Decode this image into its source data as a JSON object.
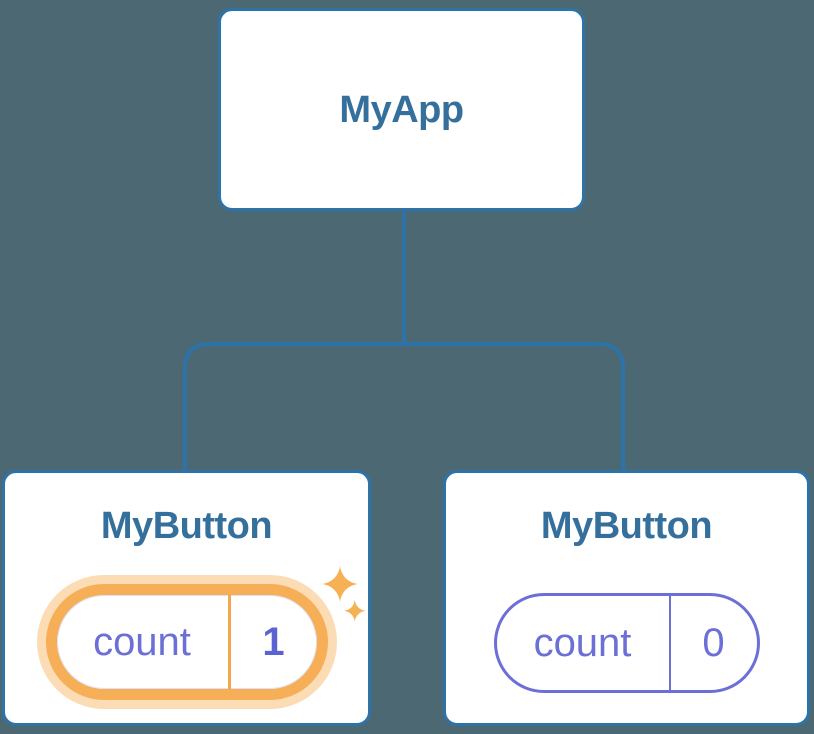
{
  "diagram": {
    "root": {
      "label": "MyApp"
    },
    "children": [
      {
        "label": "MyButton",
        "state": {
          "name": "count",
          "value": "1"
        },
        "highlighted": true,
        "icon": "sparkles-icon"
      },
      {
        "label": "MyButton",
        "state": {
          "name": "count",
          "value": "0"
        },
        "highlighted": false
      }
    ],
    "colors": {
      "background": "#4c6872",
      "node_border": "#2e73a7",
      "node_title": "#35709c",
      "connector": "#2e73a7",
      "state_indigo": "#6b6fd6",
      "state_value_highlighted": "#5b63d3",
      "highlight_ring": "#f6ae57",
      "highlight_halo": "rgba(247,178,92,0.45)",
      "sparkle": "#f6b155"
    }
  }
}
